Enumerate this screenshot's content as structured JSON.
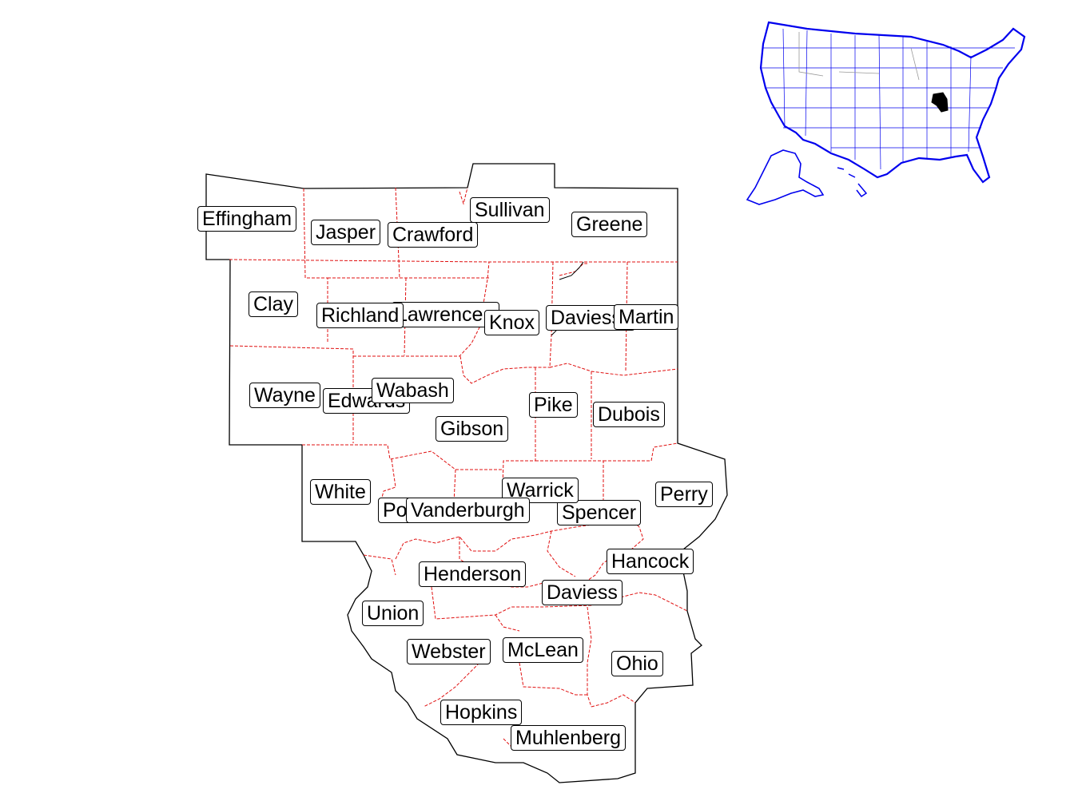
{
  "map": {
    "outline_color": "#000000",
    "county_line_color": "#e01010",
    "counties": [
      {
        "id": "effingham",
        "name": "Effingham"
      },
      {
        "id": "jasper",
        "name": "Jasper"
      },
      {
        "id": "crawford",
        "name": "Crawford"
      },
      {
        "id": "sullivan",
        "name": "Sullivan"
      },
      {
        "id": "greene",
        "name": "Greene"
      },
      {
        "id": "clay",
        "name": "Clay"
      },
      {
        "id": "richland",
        "name": "Richland"
      },
      {
        "id": "lawrence",
        "name": "Lawrence"
      },
      {
        "id": "knox",
        "name": "Knox"
      },
      {
        "id": "daviess-in",
        "name": "Daviess"
      },
      {
        "id": "martin",
        "name": "Martin"
      },
      {
        "id": "wayne",
        "name": "Wayne"
      },
      {
        "id": "edwards",
        "name": "Edwards"
      },
      {
        "id": "wabash",
        "name": "Wabash"
      },
      {
        "id": "pike",
        "name": "Pike"
      },
      {
        "id": "dubois",
        "name": "Dubois"
      },
      {
        "id": "gibson",
        "name": "Gibson"
      },
      {
        "id": "white",
        "name": "White"
      },
      {
        "id": "posey",
        "name": "Posey"
      },
      {
        "id": "vanderburgh",
        "name": "Vanderburgh"
      },
      {
        "id": "warrick",
        "name": "Warrick"
      },
      {
        "id": "spencer",
        "name": "Spencer"
      },
      {
        "id": "perry",
        "name": "Perry"
      },
      {
        "id": "hancock",
        "name": "Hancock"
      },
      {
        "id": "henderson",
        "name": "Henderson"
      },
      {
        "id": "daviess-ky",
        "name": "Daviess"
      },
      {
        "id": "union",
        "name": "Union"
      },
      {
        "id": "webster",
        "name": "Webster"
      },
      {
        "id": "mclean",
        "name": "McLean"
      },
      {
        "id": "ohio",
        "name": "Ohio"
      },
      {
        "id": "hopkins",
        "name": "Hopkins"
      },
      {
        "id": "muhlenberg",
        "name": "Muhlenberg"
      }
    ]
  },
  "inset": {
    "boundary_color": "#0000ee",
    "state_line_color": "#999999",
    "highlight_color": "#000000"
  }
}
